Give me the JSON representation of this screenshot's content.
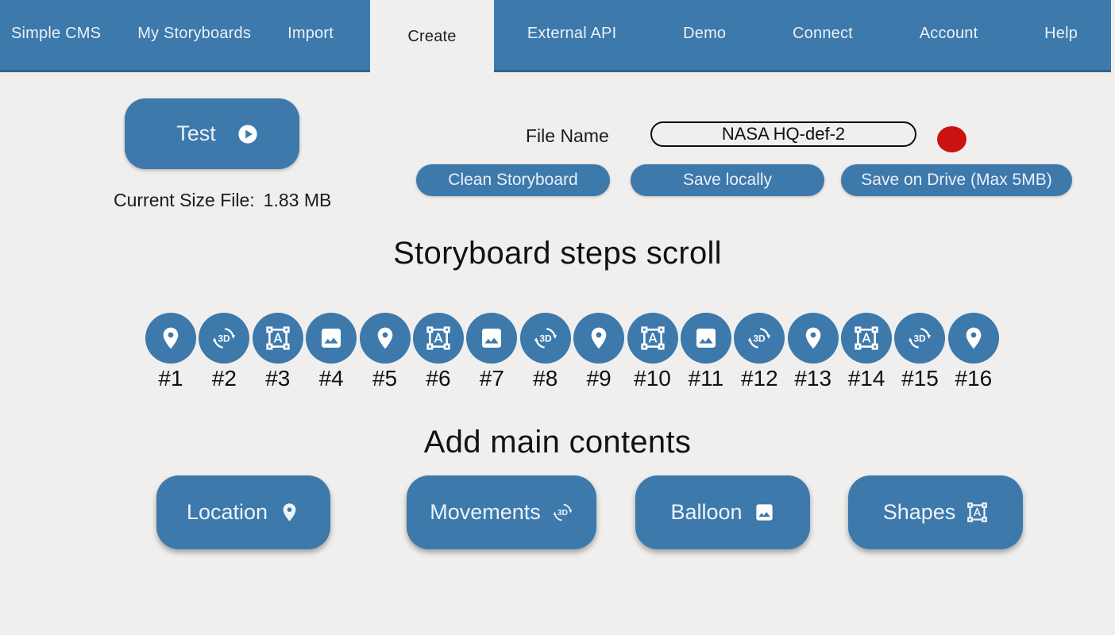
{
  "nav": {
    "left_items": [
      {
        "label": "Simple CMS"
      },
      {
        "label": "My Storyboards"
      },
      {
        "label": "Import"
      }
    ],
    "active_tab": {
      "label": "Create"
    },
    "right_items": [
      {
        "label": "External API"
      },
      {
        "label": "Demo"
      },
      {
        "label": "Connect"
      },
      {
        "label": "Account"
      },
      {
        "label": "Help"
      }
    ]
  },
  "toolbar": {
    "test_label": "Test",
    "current_size_label": "Current Size File:",
    "current_size_value": "1.83 MB",
    "file_name_label": "File Name",
    "file_name_value": "NASA HQ-def-2",
    "clean_label": "Clean Storyboard",
    "save_local_label": "Save locally",
    "save_drive_label": "Save on Drive (Max 5MB)"
  },
  "steps": {
    "heading": "Storyboard steps scroll",
    "items": [
      {
        "icon": "location-pin",
        "label": "#1"
      },
      {
        "icon": "3d-rotation",
        "label": "#2"
      },
      {
        "icon": "format-shapes",
        "label": "#3"
      },
      {
        "icon": "image",
        "label": "#4"
      },
      {
        "icon": "location-pin",
        "label": "#5"
      },
      {
        "icon": "format-shapes",
        "label": "#6"
      },
      {
        "icon": "image",
        "label": "#7"
      },
      {
        "icon": "3d-rotation",
        "label": "#8"
      },
      {
        "icon": "location-pin",
        "label": "#9"
      },
      {
        "icon": "format-shapes",
        "label": "#10"
      },
      {
        "icon": "image",
        "label": "#11"
      },
      {
        "icon": "3d-rotation",
        "label": "#12"
      },
      {
        "icon": "location-pin",
        "label": "#13"
      },
      {
        "icon": "format-shapes",
        "label": "#14"
      },
      {
        "icon": "3d-rotation",
        "label": "#15"
      },
      {
        "icon": "location-pin",
        "label": "#16"
      }
    ]
  },
  "contents": {
    "heading": "Add main contents",
    "buttons": [
      {
        "label": "Location",
        "icon": "location-pin"
      },
      {
        "label": "Movements",
        "icon": "3d-rotation"
      },
      {
        "label": "Balloon",
        "icon": "image"
      },
      {
        "label": "Shapes",
        "icon": "format-shapes"
      }
    ]
  },
  "colors": {
    "accent_blue": "#3d79ab",
    "background": "#f0efed",
    "record_red": "#cc1111",
    "nav_text": "#e9f1f8",
    "dark_text": "#141414"
  }
}
